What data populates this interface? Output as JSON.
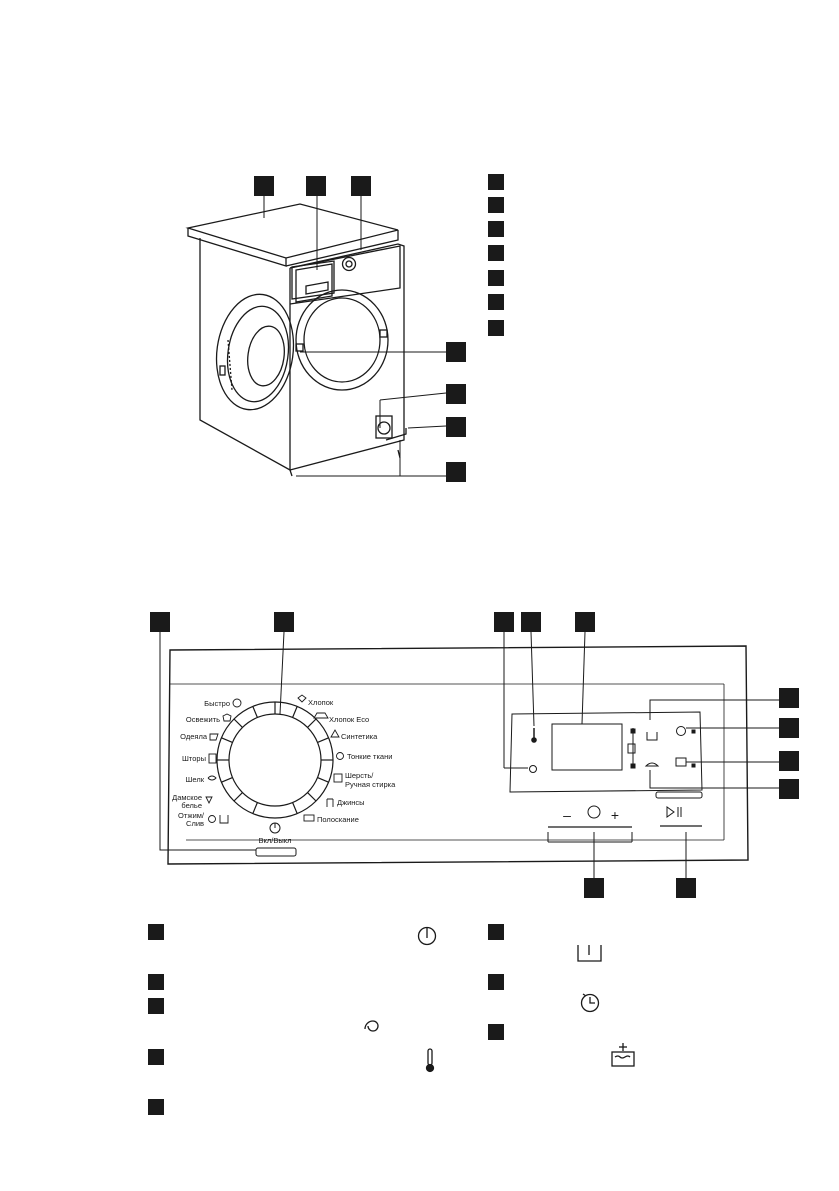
{
  "machine_diagram": {
    "callouts_top": [
      "",
      "",
      ""
    ],
    "callouts_side": [
      "",
      "",
      "",
      ""
    ],
    "legend_boxes": [
      "",
      "",
      "",
      "",
      "",
      "",
      ""
    ]
  },
  "control_panel": {
    "programs_left": [
      "Быстро",
      "Освежить",
      "Одеяла",
      "Шторы",
      "Шелк",
      "Дамское",
      "белье",
      "Отжим/",
      "Слив"
    ],
    "programs_right": [
      "Хлопок",
      "Хлопок Eco",
      "Синтетика",
      "Тонкие ткани",
      "Шерсть/",
      "Ручная стирка",
      "Джинсы",
      "Полоскание"
    ],
    "power_label": "Вкл/Выкл",
    "delay_minus": "–",
    "delay_plus": "+"
  },
  "icons": [
    "power-icon",
    "spin-icon",
    "temperature-icon",
    "prewash-icon",
    "delay-icon",
    "extra-rinse-icon",
    "start-pause-icon",
    "iron-icon",
    "lock-icon"
  ]
}
